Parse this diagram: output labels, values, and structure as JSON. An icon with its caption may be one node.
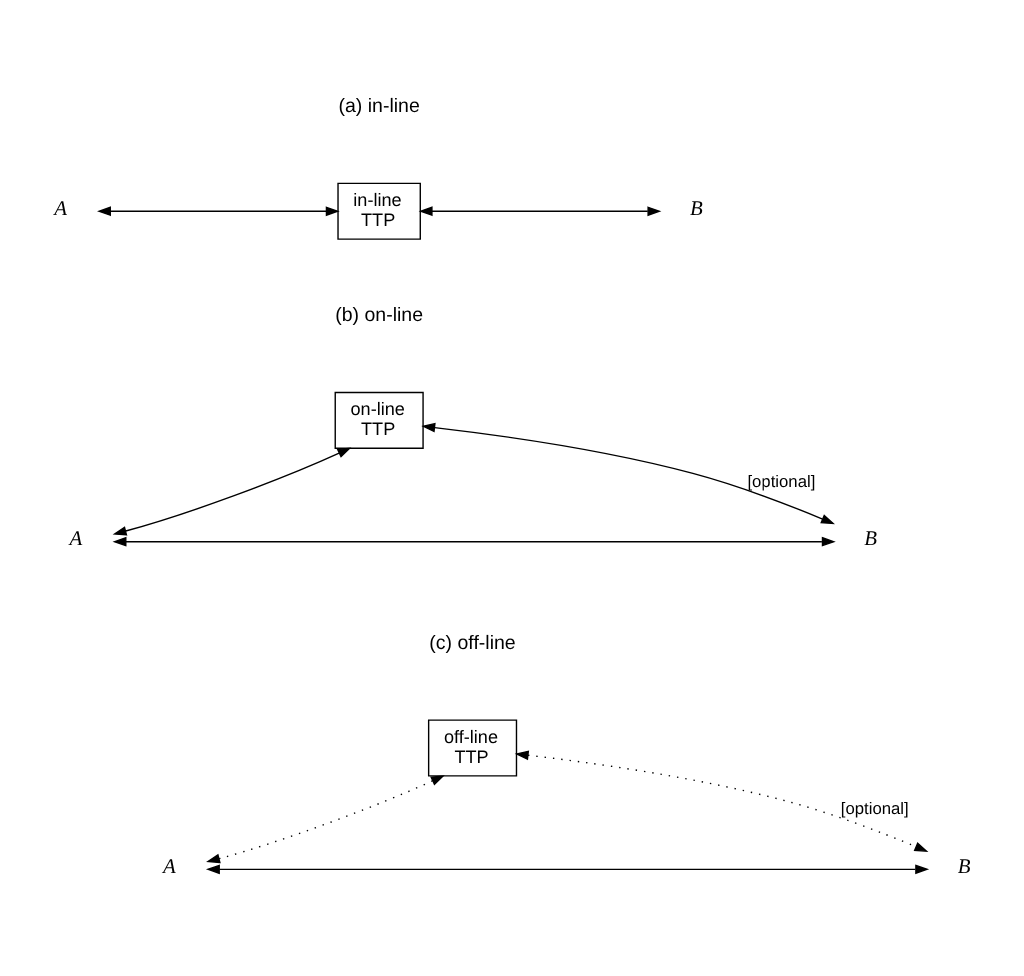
{
  "diagram": {
    "nodes": [
      {
        "text": [
          "A"
        ]
      },
      {
        "text": [
          "in-line TTP"
        ]
      },
      {
        "text": [
          "B"
        ]
      },
      {
        "text": [
          "on-line TTP"
        ]
      },
      {
        "text": [
          "A"
        ]
      },
      {
        "text": [
          "B"
        ]
      },
      {
        "text": [
          "off-line TTP"
        ]
      },
      {
        "text": [
          "A"
        ]
      },
      {
        "text": [
          "B"
        ]
      }
    ],
    "edges": [
      {
        "from": 0,
        "to": 1,
        "arrow": "both"
      },
      {
        "from": 1,
        "to": 2,
        "arrow": "both"
      },
      {
        "from": 4,
        "to": 3,
        "arrow": "both"
      },
      {
        "from": 3,
        "to": 5,
        "arrow": "both",
        "label": "[optional]"
      },
      {
        "from": 4,
        "to": 5,
        "arrow": "both"
      },
      {
        "from": 7,
        "to": 6,
        "arrow": "both",
        "style": "dashed"
      },
      {
        "from": 6,
        "to": 8,
        "arrow": "both",
        "style": "dashed",
        "label": "[optional]"
      },
      {
        "from": 7,
        "to": 8,
        "arrow": "both"
      }
    ],
    "labels": [
      "(a) in-line",
      "(b) on-line",
      "(c) off-line"
    ]
  }
}
